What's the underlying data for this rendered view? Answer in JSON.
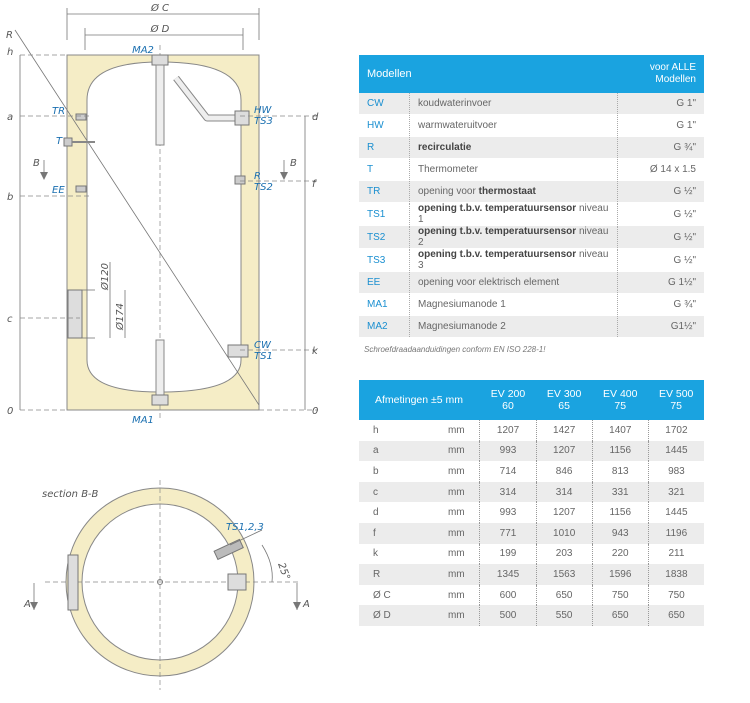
{
  "drawing": {
    "dims": {
      "C": "Ø C",
      "D": "Ø D",
      "R": "R"
    },
    "connections": {
      "MA2": "MA2",
      "MA1": "MA1",
      "TR": "TR",
      "T": "T",
      "EE": "EE",
      "HW": "HW",
      "TS3": "TS3",
      "R": "R",
      "TS2": "TS2",
      "CW": "CW",
      "TS1": "TS1"
    },
    "levels_left": {
      "h": "h",
      "a": "a",
      "b": "b",
      "c": "c",
      "zero": "0"
    },
    "levels_right": {
      "d": "d",
      "f": "f",
      "k": "k",
      "zero": "0"
    },
    "section_marks": {
      "B_left": "B",
      "B_right": "B",
      "A_left": "A",
      "A_right": "A"
    },
    "diameters": {
      "d120": "Ø120",
      "d174": "Ø174"
    },
    "section": {
      "title": "section B-B",
      "ts_label": "TS1,2,3",
      "angle": "25°"
    }
  },
  "models_table": {
    "header": {
      "left": "Modellen",
      "right_line1": "voor ALLE",
      "right_line2": "Modellen"
    },
    "rows": [
      {
        "code": "CW",
        "pre": "koudwaterinvoer",
        "bold": "",
        "post": "",
        "value": "G 1\""
      },
      {
        "code": "HW",
        "pre": "warmwateruitvoer",
        "bold": "",
        "post": "",
        "value": "G 1\""
      },
      {
        "code": "R",
        "pre": "",
        "bold": "recirculatie",
        "post": "",
        "value": "G ¾\""
      },
      {
        "code": "T",
        "pre": "Thermometer",
        "bold": "",
        "post": "",
        "value": "Ø 14 x 1.5"
      },
      {
        "code": "TR",
        "pre": "opening voor ",
        "bold": "thermostaat",
        "post": "",
        "value": "G ½\""
      },
      {
        "code": "TS1",
        "pre": "",
        "bold": "opening t.b.v. temperatuursensor",
        "post": " niveau 1",
        "value": "G ½\""
      },
      {
        "code": "TS2",
        "pre": "",
        "bold": "opening t.b.v. temperatuursensor",
        "post": " niveau 2",
        "value": "G ½\""
      },
      {
        "code": "TS3",
        "pre": "",
        "bold": "opening t.b.v. temperatuursensor",
        "post": " niveau  3",
        "value": "G ½\""
      },
      {
        "code": "EE",
        "pre": "opening voor elektrisch element",
        "bold": "",
        "post": "",
        "value": "G 1½\""
      },
      {
        "code": "MA1",
        "pre": "Magnesiumanode 1",
        "bold": "",
        "post": "",
        "value": "G ¾\""
      },
      {
        "code": "MA2",
        "pre": "Magnesiumanode 2",
        "bold": "",
        "post": "",
        "value": "G1½\""
      }
    ],
    "note": "Schroefdraadaanduidingen conform EN ISO 228-1!"
  },
  "dimensions_table": {
    "headers": [
      "Afmetingen ±5 mm",
      "EV 200 60",
      "EV 300 65",
      "EV 400 75",
      "EV 500 75"
    ],
    "rows": [
      {
        "name": "h",
        "unit": "mm",
        "values": [
          "1207",
          "1427",
          "1407",
          "1702"
        ]
      },
      {
        "name": "a",
        "unit": "mm",
        "values": [
          "993",
          "1207",
          "1156",
          "1445"
        ]
      },
      {
        "name": "b",
        "unit": "mm",
        "values": [
          "714",
          "846",
          "813",
          "983"
        ]
      },
      {
        "name": "c",
        "unit": "mm",
        "values": [
          "314",
          "314",
          "331",
          "321"
        ]
      },
      {
        "name": "d",
        "unit": "mm",
        "values": [
          "993",
          "1207",
          "1156",
          "1445"
        ]
      },
      {
        "name": "f",
        "unit": "mm",
        "values": [
          "771",
          "1010",
          "943",
          "1196"
        ]
      },
      {
        "name": "k",
        "unit": "mm",
        "values": [
          "199",
          "203",
          "220",
          "211"
        ]
      },
      {
        "name": "R",
        "unit": "mm",
        "values": [
          "1345",
          "1563",
          "1596",
          "1838"
        ]
      },
      {
        "name": "Ø C",
        "unit": "mm",
        "values": [
          "600",
          "650",
          "750",
          "750"
        ]
      },
      {
        "name": "Ø D",
        "unit": "mm",
        "values": [
          "500",
          "550",
          "650",
          "650"
        ]
      }
    ]
  },
  "colors": {
    "insulation": "#f5edc6",
    "accent": "#1aa3e0",
    "label_blue": "#1a6fb0",
    "row_shade": "#ececec"
  }
}
